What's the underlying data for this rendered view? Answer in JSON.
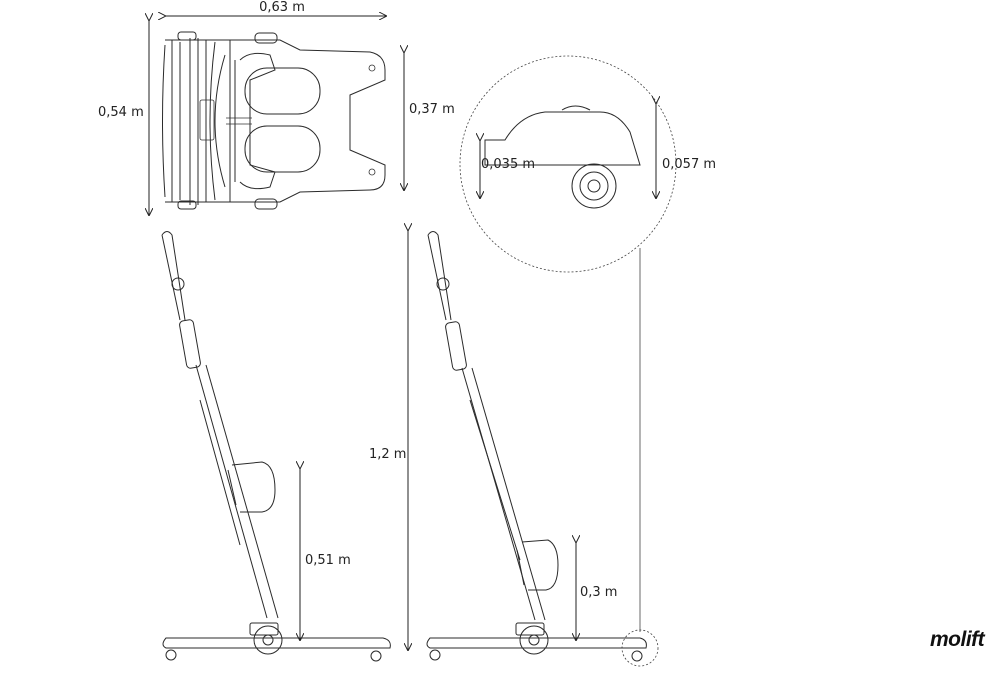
{
  "dimensions": {
    "top_width": "0,63 m",
    "top_depth": "0,54 m",
    "base_width": "0,37 m",
    "detail_height_low": "0,035 m",
    "detail_height_high": "0,057 m",
    "total_height": "1,2 m",
    "lift_high": "0,51 m",
    "lift_low": "0,3 m"
  },
  "brand": {
    "logo": "molift"
  }
}
